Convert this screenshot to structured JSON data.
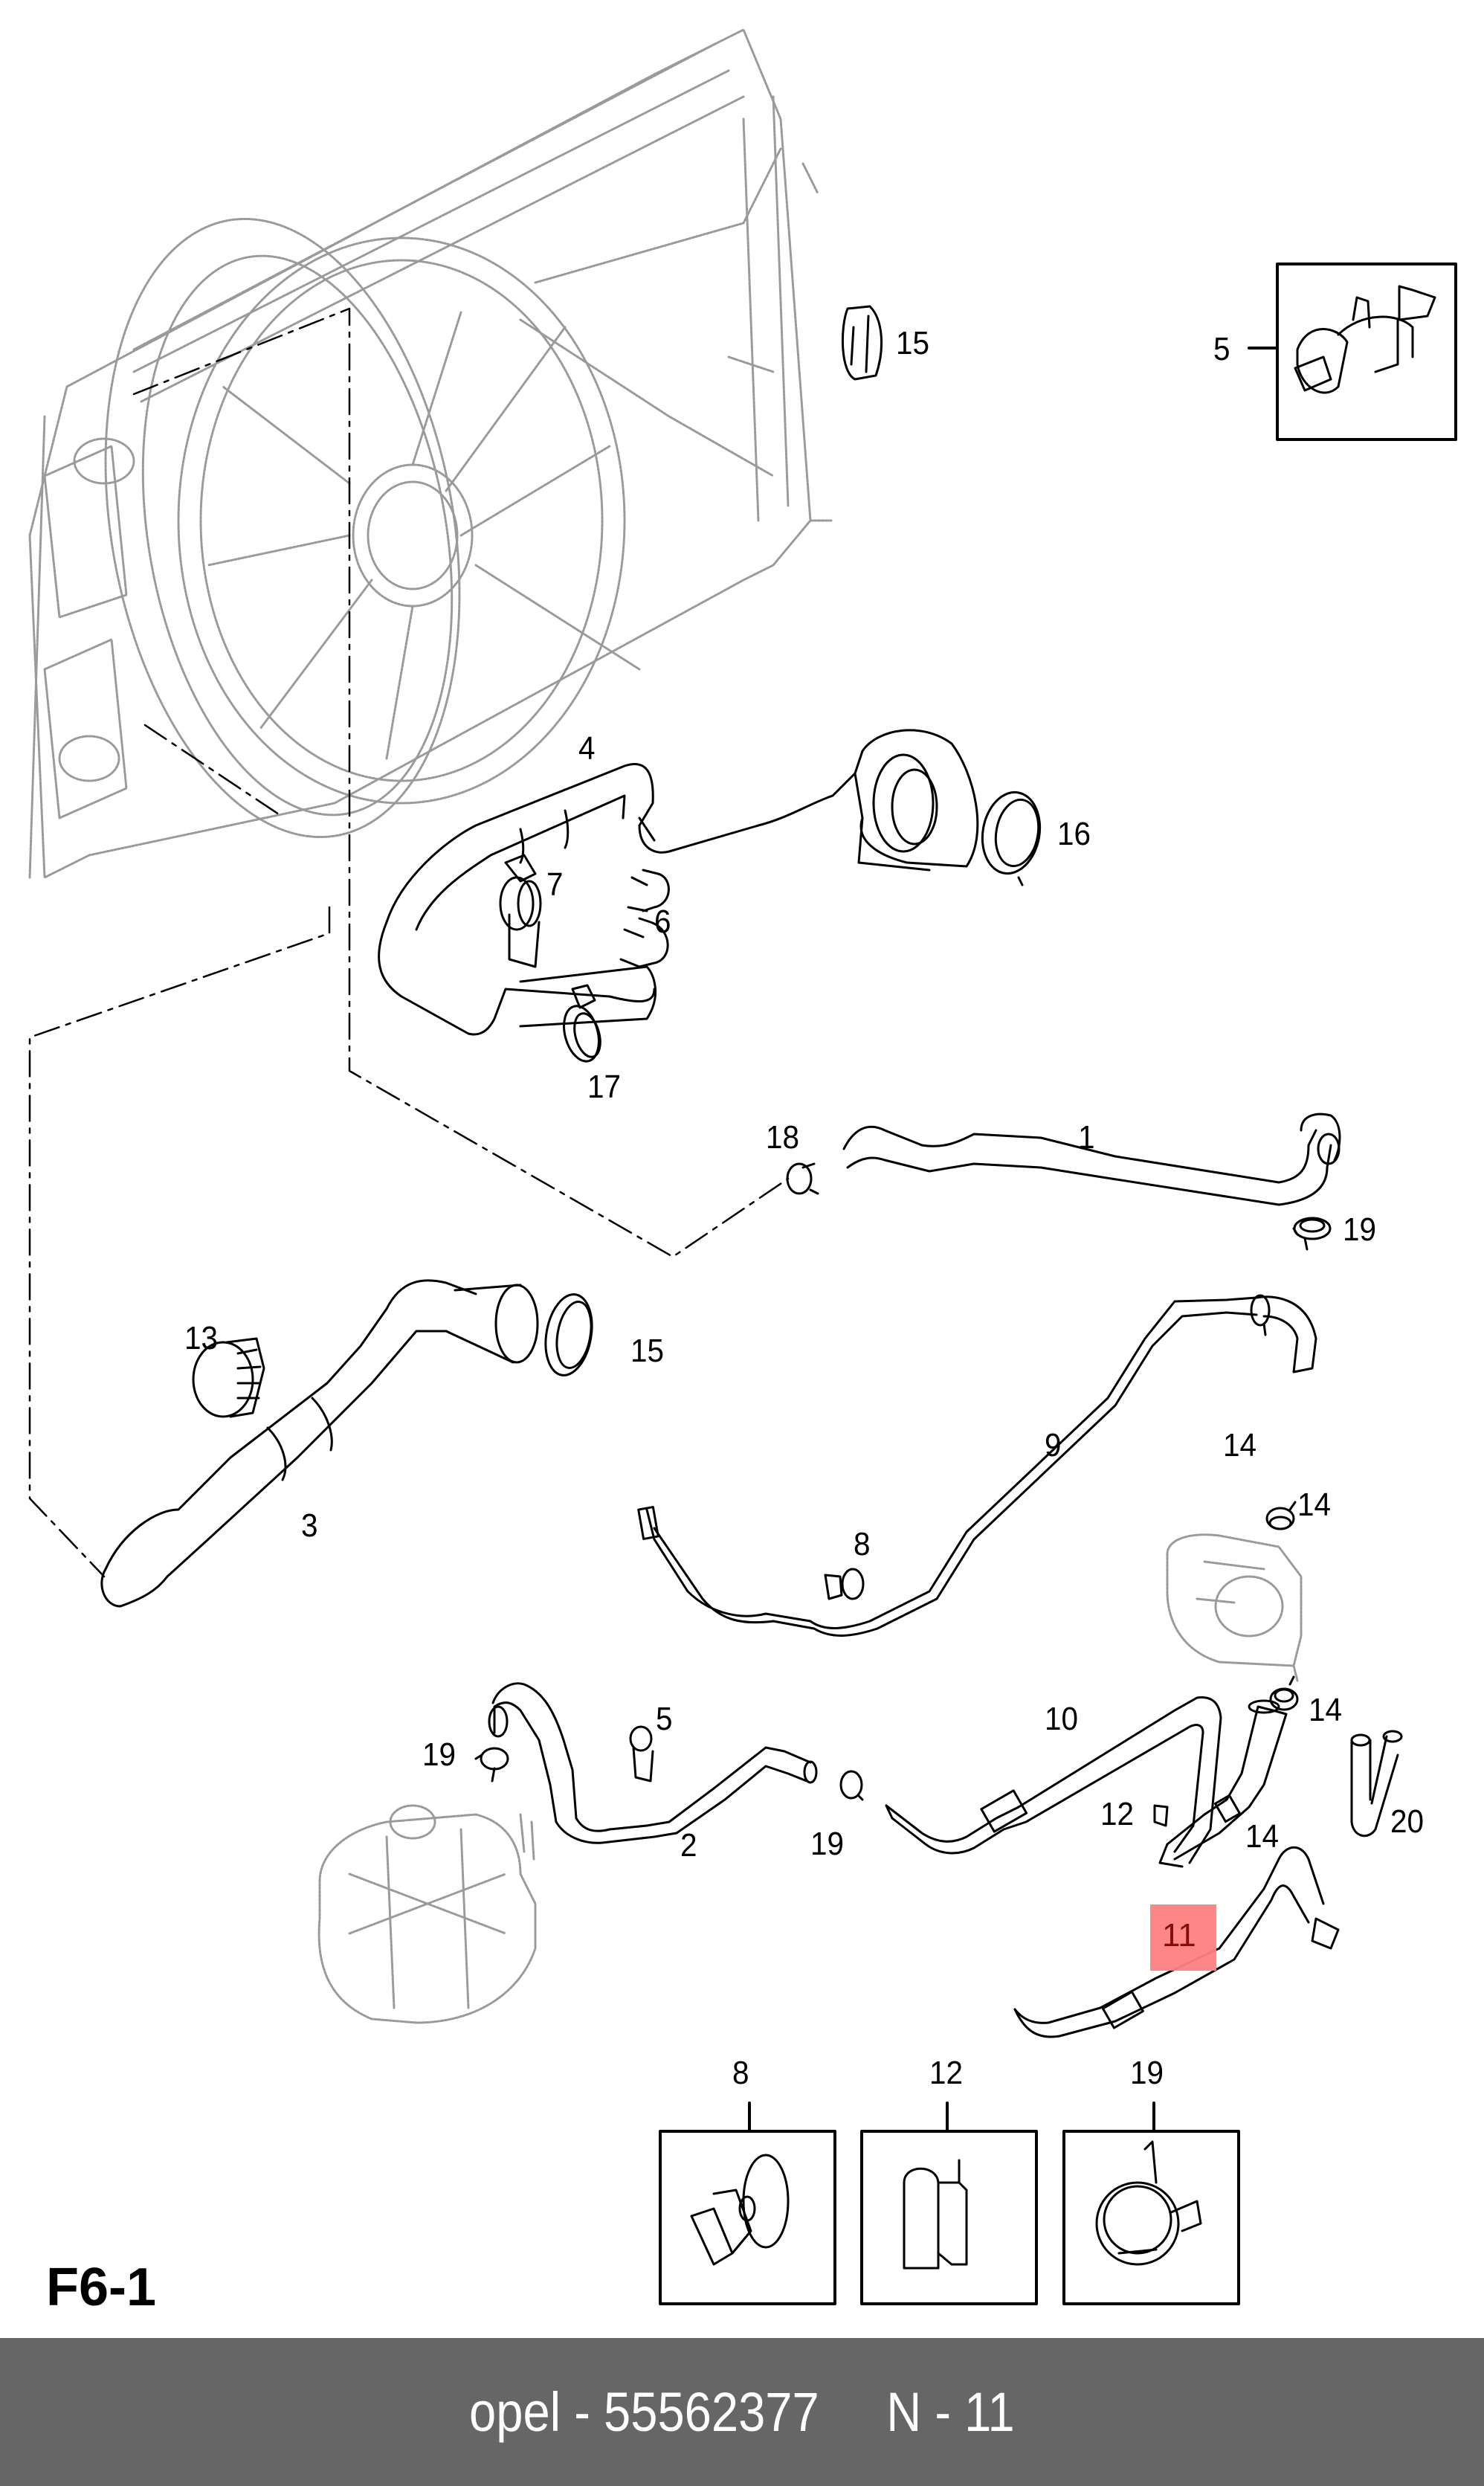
{
  "diagram": {
    "page_code": "F6-1",
    "highlight": {
      "label": "11",
      "fill": "#ff8080",
      "text_color": "#800000"
    },
    "callouts": [
      {
        "id": "c15a",
        "label": "15"
      },
      {
        "id": "c5a",
        "label": "5"
      },
      {
        "id": "c4",
        "label": "4"
      },
      {
        "id": "c16",
        "label": "16"
      },
      {
        "id": "c7",
        "label": "7"
      },
      {
        "id": "c6",
        "label": "6"
      },
      {
        "id": "c17",
        "label": "17"
      },
      {
        "id": "c18",
        "label": "18"
      },
      {
        "id": "c1",
        "label": "1"
      },
      {
        "id": "c19a",
        "label": "19"
      },
      {
        "id": "c13",
        "label": "13"
      },
      {
        "id": "c15b",
        "label": "15"
      },
      {
        "id": "c3",
        "label": "3"
      },
      {
        "id": "c9",
        "label": "9"
      },
      {
        "id": "c14a",
        "label": "14"
      },
      {
        "id": "c14b",
        "label": "14"
      },
      {
        "id": "c8a",
        "label": "8"
      },
      {
        "id": "c10",
        "label": "10"
      },
      {
        "id": "c14c",
        "label": "14"
      },
      {
        "id": "c5b",
        "label": "5"
      },
      {
        "id": "c19b",
        "label": "19"
      },
      {
        "id": "c2",
        "label": "2"
      },
      {
        "id": "c19c",
        "label": "19"
      },
      {
        "id": "c12a",
        "label": "12"
      },
      {
        "id": "c14d",
        "label": "14"
      },
      {
        "id": "c20",
        "label": "20"
      },
      {
        "id": "c8b",
        "label": "8"
      },
      {
        "id": "c12b",
        "label": "12"
      },
      {
        "id": "c19d",
        "label": "19"
      }
    ],
    "parts": [
      {
        "name": "radiator-fan-assembly",
        "style": "ghost"
      },
      {
        "name": "coolant-reservoir",
        "style": "ghost"
      },
      {
        "name": "throttle-body",
        "style": "ghost"
      },
      {
        "name": "hose-1"
      },
      {
        "name": "hose-2"
      },
      {
        "name": "hose-3"
      },
      {
        "name": "hose-4"
      },
      {
        "name": "hose-9"
      },
      {
        "name": "hose-10"
      },
      {
        "name": "hose-11",
        "highlighted": true
      },
      {
        "name": "hose-20"
      }
    ]
  },
  "footer": {
    "brand": "opel",
    "separator": " - ",
    "part_number": "55562377",
    "position_label": "N - 11",
    "text": "opel - 55562377     N - 11",
    "background": "#666666"
  }
}
